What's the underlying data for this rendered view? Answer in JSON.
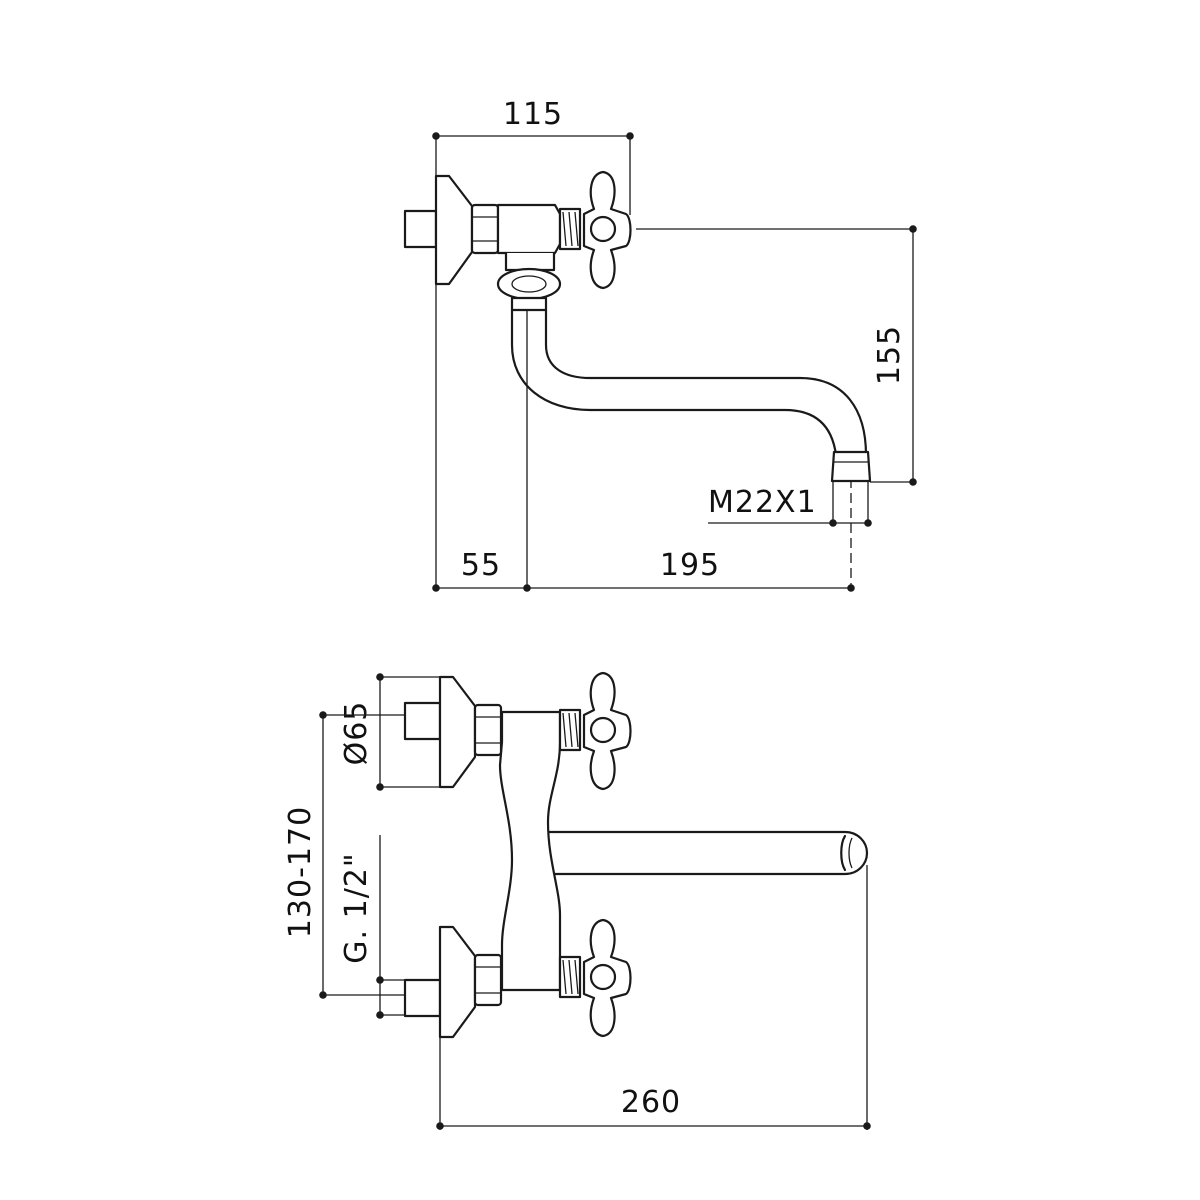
{
  "dimensions": {
    "top_width": "115",
    "top_height": "155",
    "thread": "M22X1",
    "wall_offset": "55",
    "spout_reach": "195",
    "flange_diameter": "Ø65",
    "center_distance": "130-170",
    "inlet_thread": "G. 1/2\"",
    "total_width": "260"
  },
  "colors": {
    "line": "#1a1a1a",
    "background": "#ffffff"
  }
}
